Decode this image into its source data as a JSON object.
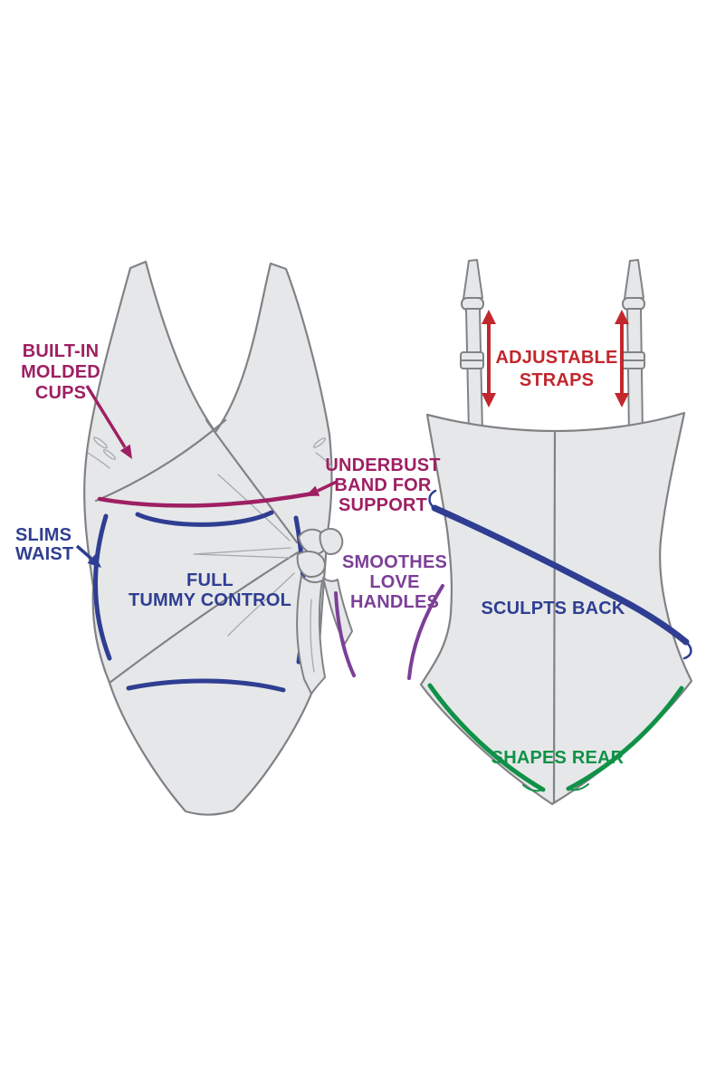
{
  "colors": {
    "magenta": "#9E1F63",
    "blue": "#2F3E92",
    "purple": "#7C3F98",
    "red": "#C1272D",
    "green": "#0F9247",
    "suit_fill": "#E6E7E9",
    "suit_outline": "#808285",
    "background": "#FFFFFF"
  },
  "front_view": {
    "labels": {
      "built_in_molded_cups": "BUILT-IN\nMOLDED\nCUPS",
      "slims_waist": "SLIMS\nWAIST",
      "full_tummy_control": "FULL\nTUMMY CONTROL",
      "underbust_band_for_support": "UNDERBUST\nBAND FOR\nSUPPORT",
      "smoothes_love_handles": "SMOOTHES\nLOVE\nHANDLES"
    }
  },
  "back_view": {
    "labels": {
      "adjustable_straps": "ADJUSTABLE\nSTRAPS",
      "sculpts_back": "SCULPTS BACK",
      "shapes_rear": "SHAPES REAR"
    }
  }
}
